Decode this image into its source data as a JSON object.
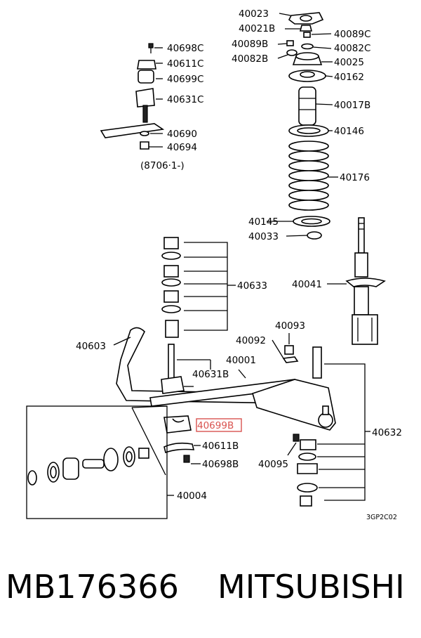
{
  "callouts": {
    "p40023": "40023",
    "p40021B": "40021B",
    "p40089C": "40089C",
    "p40089B": "40089B",
    "p40082C": "40082C",
    "p40082B": "40082B",
    "p40025": "40025",
    "p40162": "40162",
    "p40017B": "40017B",
    "p40146": "40146",
    "p40176": "40176",
    "p40145": "40145",
    "p40033": "40033",
    "p40041": "40041",
    "p40698C": "40698C",
    "p40611C": "40611C",
    "p40699C": "40699C",
    "p40631C": "40631C",
    "p40690": "40690",
    "p40694": "40694",
    "date_code": "(8706·1-)",
    "p40633": "40633",
    "p40603": "40603",
    "p40093": "40093",
    "p40092": "40092",
    "p40001": "40001",
    "p40631B": "40631B",
    "p40699B": "40699B",
    "p40611B": "40611B",
    "p40698B": "40698B",
    "p40632": "40632",
    "p40095": "40095",
    "p40004": "40004"
  },
  "diagram_code": "3GP2C02",
  "highlight_color": "#d9534f",
  "footer": {
    "part_number": "MB176366",
    "brand": "MITSUBISHI"
  }
}
